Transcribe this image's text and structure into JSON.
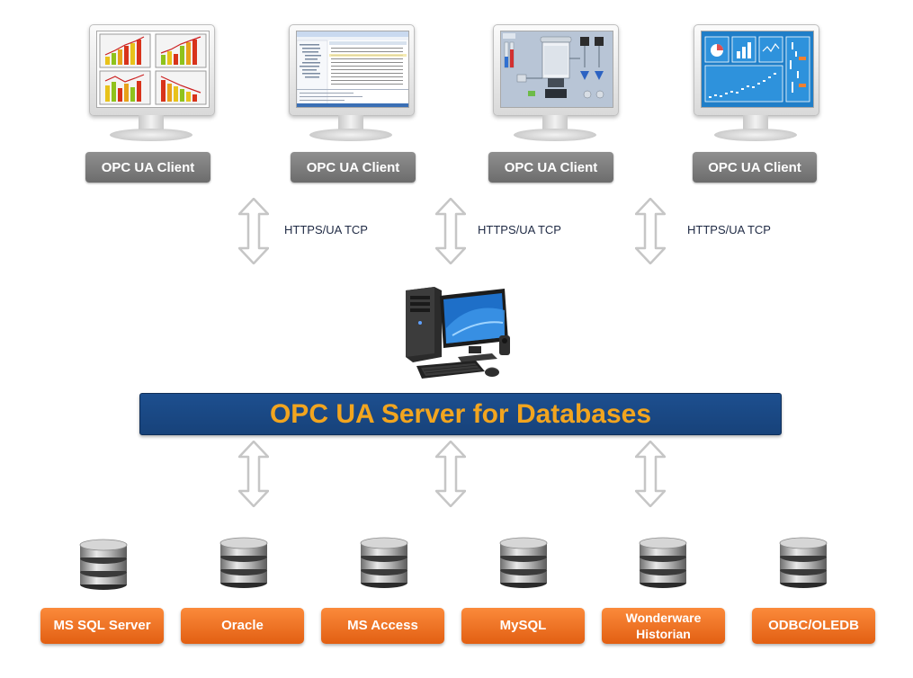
{
  "clients": [
    {
      "label": "OPC UA Client",
      "screen": "charts"
    },
    {
      "label": "OPC UA Client",
      "screen": "table"
    },
    {
      "label": "OPC UA Client",
      "screen": "scada"
    },
    {
      "label": "OPC UA Client",
      "screen": "dashboard"
    }
  ],
  "protocols": [
    "HTTPS/UA TCP",
    "HTTPS/UA TCP",
    "HTTPS/UA TCP"
  ],
  "server": {
    "title": "OPC UA Server for Databases"
  },
  "databases": [
    {
      "line1": "MS SQL Server",
      "line2": ""
    },
    {
      "line1": "Oracle",
      "line2": ""
    },
    {
      "line1": "MS Access",
      "line2": ""
    },
    {
      "line1": "MySQL",
      "line2": ""
    },
    {
      "line1": "Wonderware",
      "line2": "Historian"
    },
    {
      "line1": "ODBC/OLEDB",
      "line2": ""
    }
  ],
  "colors": {
    "server_banner": "#1b4a86",
    "server_text": "#f2a51f",
    "client_label": "#7d7d7d",
    "db_label": "#f07428",
    "arrow": "#c9c9c9"
  }
}
